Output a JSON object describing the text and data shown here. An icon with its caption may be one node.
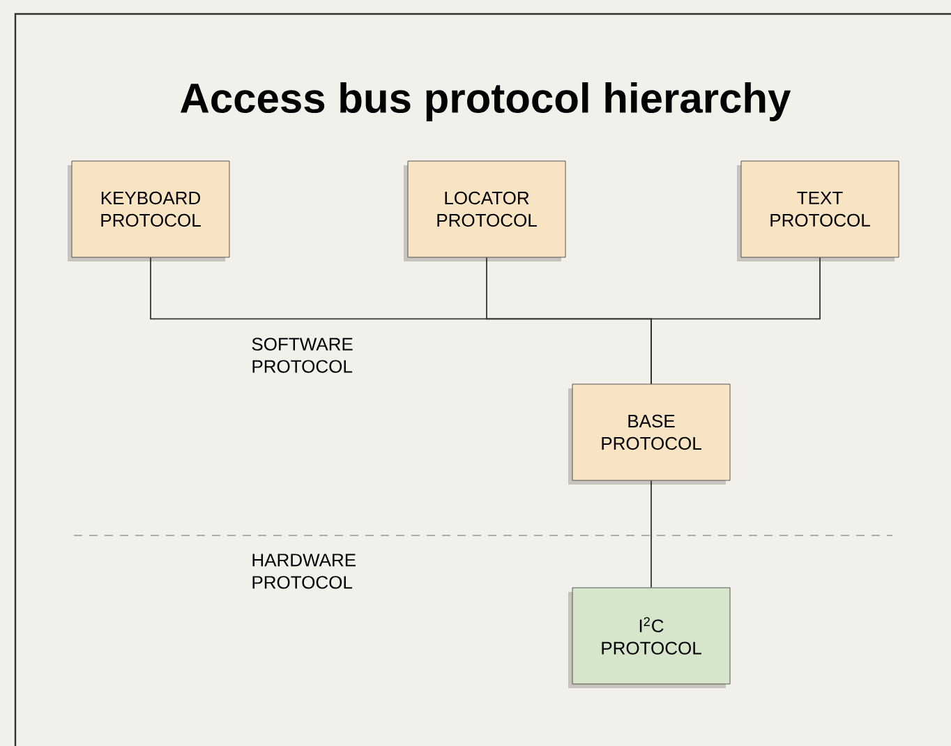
{
  "diagram": {
    "title": "Access bus protocol hierarchy",
    "nodes": [
      {
        "text": [
          "KEYBOARD PROTOCOL"
        ]
      },
      {
        "text": [
          "LOCATOR PROTOCOL"
        ]
      },
      {
        "text": [
          "TEXT PROTOCOL"
        ]
      },
      {
        "text": [
          "BASE PROTOCOL"
        ]
      },
      {
        "text": [
          "I$^{2}$C PROTOCOL"
        ]
      }
    ],
    "edges": [
      {
        "from": 0,
        "to": 3,
        "arrow": "none"
      },
      {
        "from": 1,
        "to": 3,
        "arrow": "none"
      },
      {
        "from": 2,
        "to": 3,
        "arrow": "none"
      },
      {
        "from": 3,
        "to": 4,
        "arrow": "none"
      }
    ],
    "labels": [
      "SOFTWARE PROTOCOL",
      "HARDWARE PROTOCOL"
    ]
  }
}
